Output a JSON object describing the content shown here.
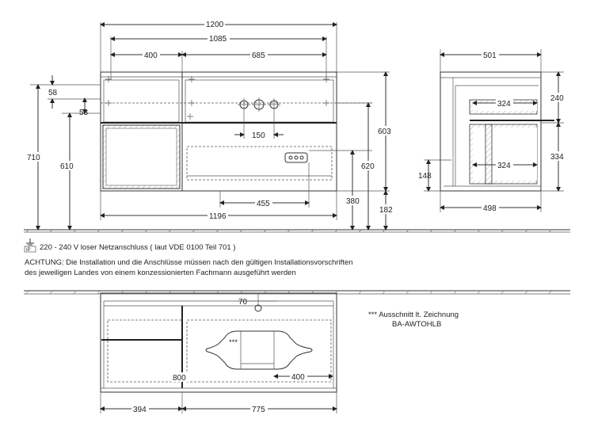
{
  "front_view": {
    "dims": {
      "total_width": "1200",
      "inner_width": "1085",
      "left_part": "400",
      "right_part": "685",
      "top_offset_1": "58",
      "top_offset_2": "58",
      "height_left": "710",
      "height_inner": "610",
      "valve_spacing": "150",
      "height_right": "603",
      "height_mid": "620",
      "drawer_offset": "455",
      "height_low": "380",
      "plinth": "182",
      "bottom_width": "1196"
    }
  },
  "side_view": {
    "dims": {
      "depth_top": "501",
      "depth_bottom": "498",
      "drawer_depth_1": "324",
      "drawer_depth_2": "324",
      "height_top": "240",
      "height_mid": "334",
      "height_low": "148"
    }
  },
  "notes": {
    "power": "220 - 240 V loser Netzanschluss ( laut VDE 0100 Teil 701 )",
    "power_icon_label": "IP",
    "warning_line1": "ACHTUNG: Die Installation und die Anschlüsse müssen nach den gültigen Installationsvorschriften",
    "warning_line2": "des jeweiligen Landes von einem konzessionierten Fachmann ausgeführt werden"
  },
  "plan_view": {
    "dims": {
      "drain_offset": "70",
      "depth_800": "800",
      "cutout_400": "400",
      "left_394": "394",
      "right_775": "775"
    },
    "cutout_marker": "***",
    "cutout_note_line1": "*** Ausschnitt lt. Zeichnung",
    "cutout_note_line2": "BA-AWTOHLB"
  }
}
